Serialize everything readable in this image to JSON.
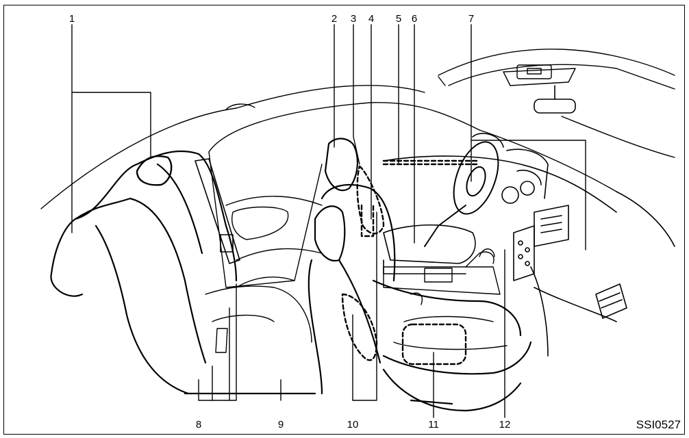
{
  "figure": {
    "code": "SSI0527",
    "callouts": [
      "1",
      "2",
      "3",
      "4",
      "5",
      "6",
      "7",
      "8",
      "9",
      "10",
      "11",
      "12"
    ]
  }
}
